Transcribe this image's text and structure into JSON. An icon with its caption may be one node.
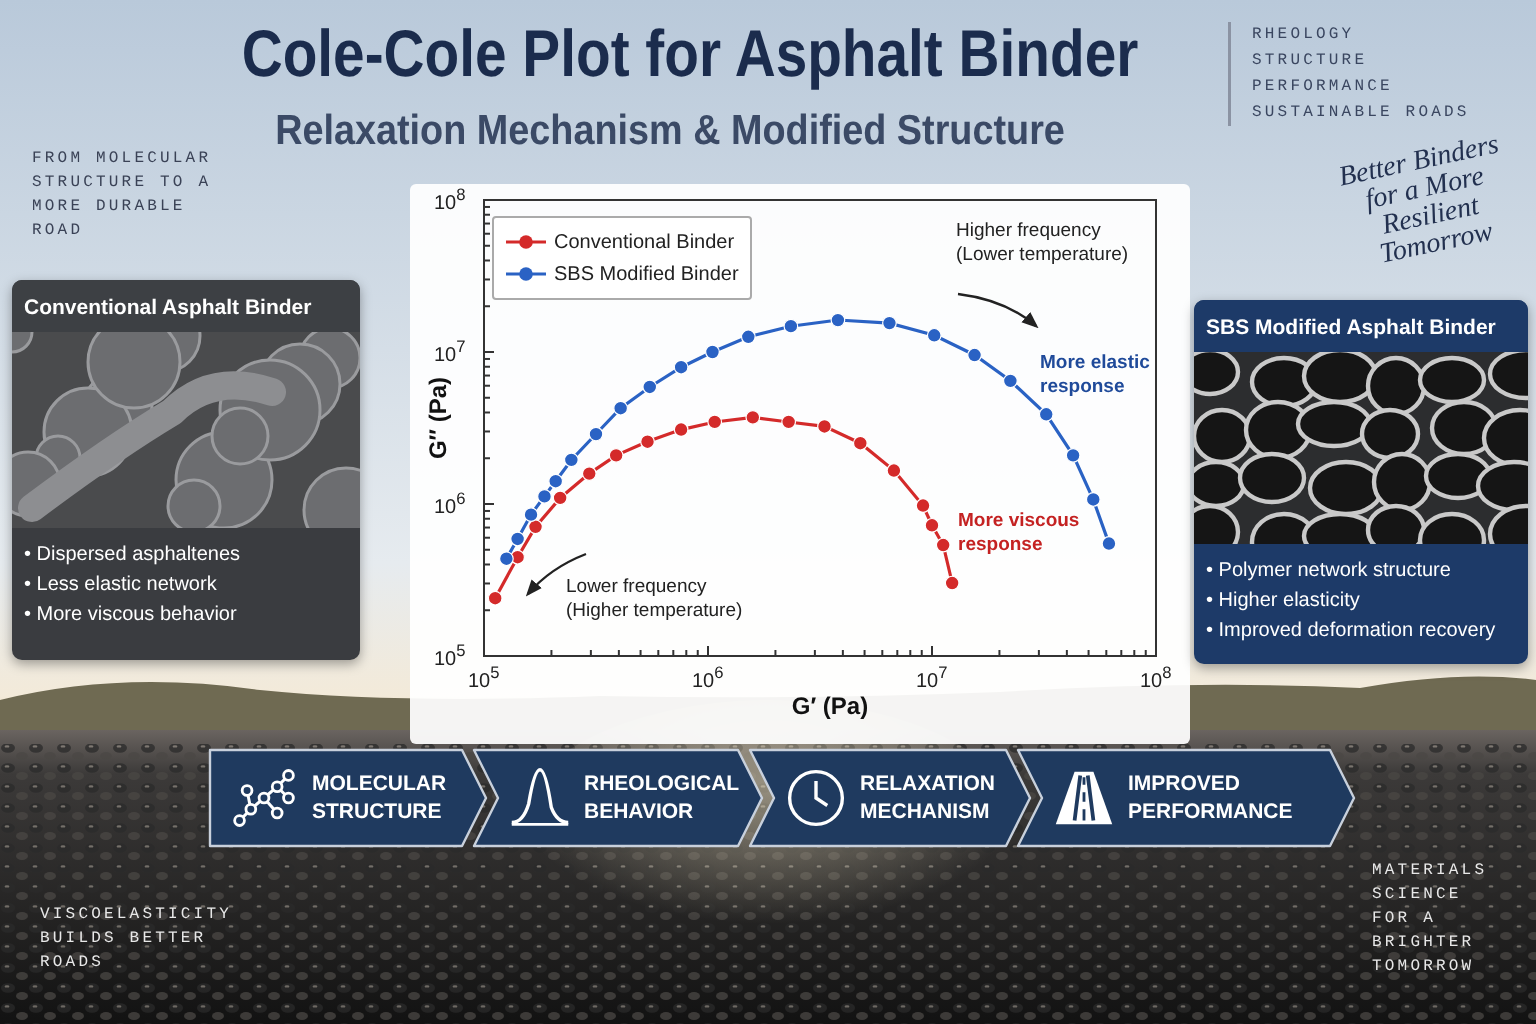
{
  "diagram": {
    "title": "Cole-Cole Plot for Asphalt Binder",
    "nodes": [
      {
        "text": [
          "Conventional Asphalt Binder",
          "• Dispersed asphaltenes",
          "• Less elastic network",
          "• More viscous behavior"
        ]
      },
      {
        "text": [
          "SBS Modified Asphalt Binder",
          "• Polymer network structure",
          "• Higher elasticity",
          "• Improved deformation recovery"
        ]
      },
      {
        "text": [
          "MOLECULAR STRUCTURE"
        ]
      },
      {
        "text": [
          "RHEOLOGICAL BEHAVIOR"
        ]
      },
      {
        "text": [
          "RELAXATION MECHANISM"
        ]
      },
      {
        "text": [
          "IMPROVED PERFORMANCE"
        ]
      }
    ],
    "labels": [
      "Relaxation Mechanism & Modified Structure",
      "FROM MOLECULAR STRUCTURE TO A MORE DURABLE ROAD",
      "RHEOLOGY",
      "STRUCTURE",
      "PERFORMANCE",
      "SUSTAINABLE ROADS",
      "Better Binders for a More Resilient Tomorrow",
      "10$^{8}$",
      "Higher frequency (Lower temperature)",
      "10$^{7}$",
      "More elastic response",
      "G″ (Pa)",
      "10$^{6}$",
      "More viscous response",
      "Lower frequency (Higher temperature)",
      "10$^{5}$",
      "10$^{5}$",
      "10$^{6}$",
      "10$^{7}$",
      "10$^{8}$",
      "G′ (Pa)",
      "VISCOELASTICITY BUILDS BETTER ROADS",
      "MATERIALS SCIENCE FOR A BRIGHTER TOMORROW"
    ],
    "legend": [
      {
        "text": "Conventional Binder"
      },
      {
        "text": "SBS Modified Binder"
      }
    ]
  }
}
